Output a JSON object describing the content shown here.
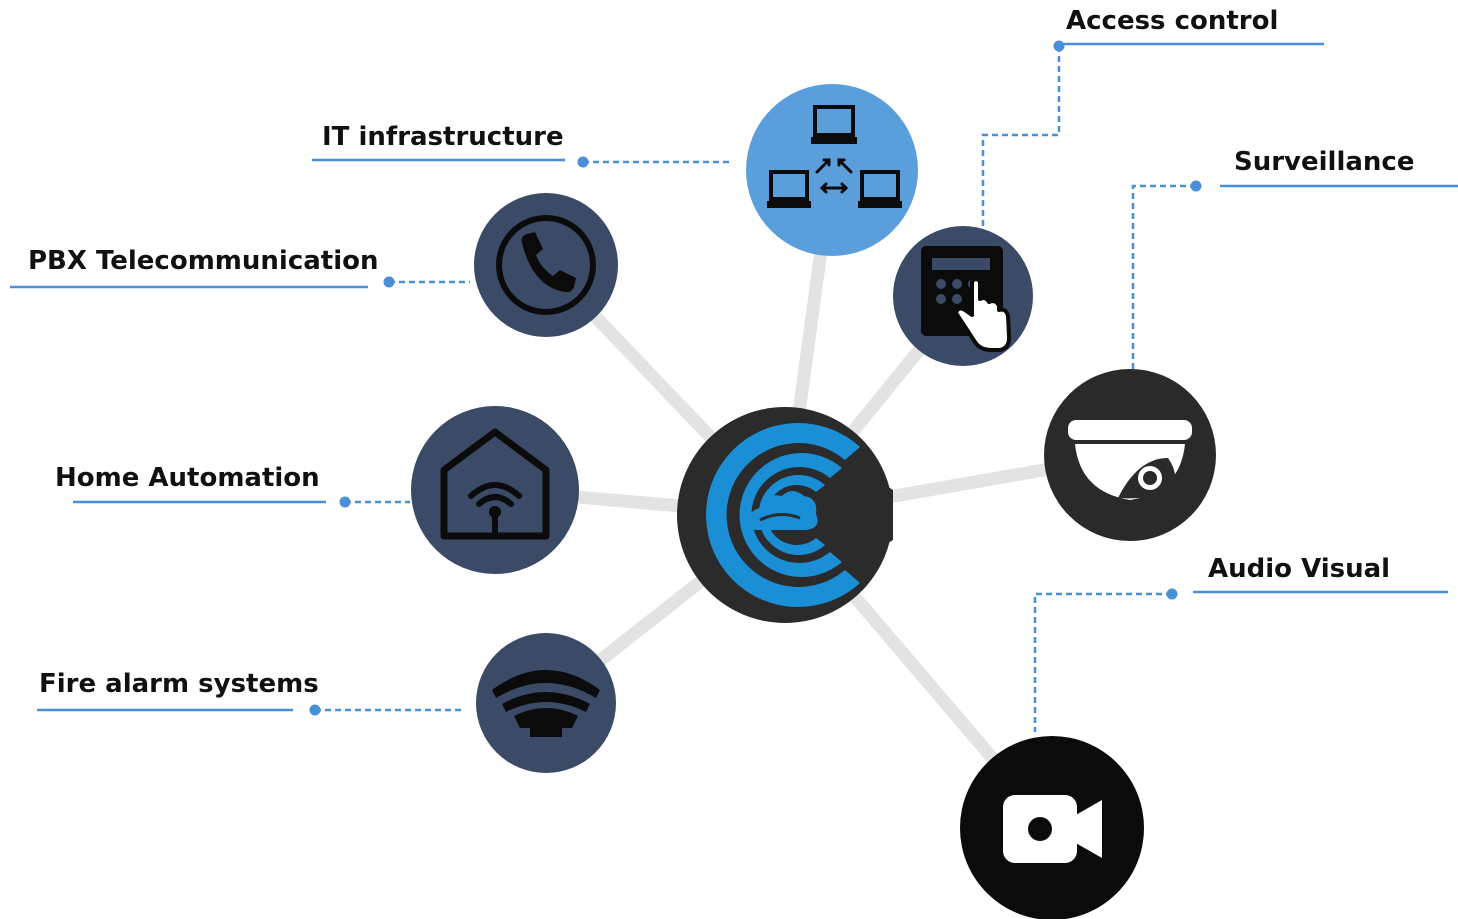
{
  "colors": {
    "accent": "#4a90d9",
    "dark_node": "#3b4a66",
    "connector": "#e3e3e3",
    "black_node": "#0b0b0b",
    "hub_dark": "#2b2b2b",
    "hub_blue": "#1a8fd6",
    "it_node": "#5a9fdb"
  },
  "hub": {
    "name": "hub-logo",
    "icon": "cloud-c-logo"
  },
  "nodes": [
    {
      "id": "it-infrastructure",
      "label": "IT infrastructure",
      "icon": "network-computers-icon"
    },
    {
      "id": "access-control",
      "label": "Access control",
      "icon": "keypad-hand-icon"
    },
    {
      "id": "surveillance",
      "label": "Surveillance",
      "icon": "dome-camera-icon"
    },
    {
      "id": "pbx-telecommunication",
      "label": "PBX Telecommunication",
      "icon": "phone-icon"
    },
    {
      "id": "home-automation",
      "label": "Home Automation",
      "icon": "smart-home-icon"
    },
    {
      "id": "audio-visual",
      "label": "Audio Visual",
      "icon": "video-camera-icon"
    },
    {
      "id": "fire-alarm-systems",
      "label": "Fire alarm systems",
      "icon": "smoke-detector-icon"
    }
  ]
}
